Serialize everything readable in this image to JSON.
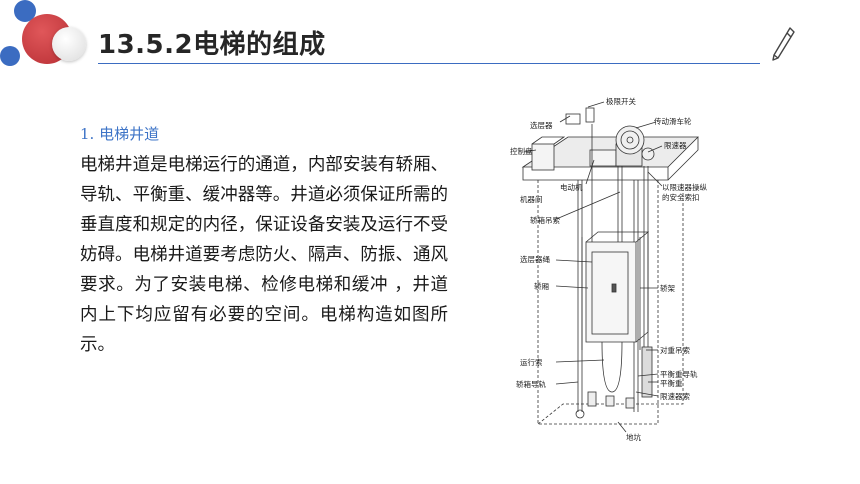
{
  "slide": {
    "title": "13.5.2电梯的组成",
    "section_heading": "1. 电梯井道",
    "paragraph": "电梯井道是电梯运行的通道，内部安装有轿厢、导轨、平衡重、缓冲器等。井道必须保证所需的垂直度和规定的内径，保证设备安装及运行不受妨碍。电梯井道要考虑防火、隔声、防振、通风要求。为了安装电梯、检修电梯和缓冲 ，井道内上下均应留有必要的空间。电梯构造如图所示。"
  },
  "colors": {
    "accent_blue": "#3b6cc1",
    "accent_red": "#c9383c",
    "heading_blue": "#3e74c7"
  },
  "icons": [
    "pen-icon"
  ],
  "figure": {
    "labels": {
      "limit_switch": "极限开关",
      "floor_selector": "选层器",
      "traction_sheave": "传动滑车轮",
      "control_panel": "控制盘",
      "speed_governor_top": "限速器",
      "machine_room": "机器间",
      "motor": "电动机",
      "governor_safety_1": "以限速器操纵",
      "governor_safety_2": "的安全索扣",
      "car_rope": "轿箱吊索",
      "selector_rope": "选层器绳",
      "car": "轿厢",
      "car_frame": "轿架",
      "counterweight_rope": "对重吊索",
      "traveling_cable": "运行索",
      "counterweight_rail": "平衡重导轨",
      "car_rail": "轿箱导轨",
      "counterweight": "平衡重",
      "speed_governor_bottom": "限速器索",
      "pit": "地坑"
    }
  }
}
